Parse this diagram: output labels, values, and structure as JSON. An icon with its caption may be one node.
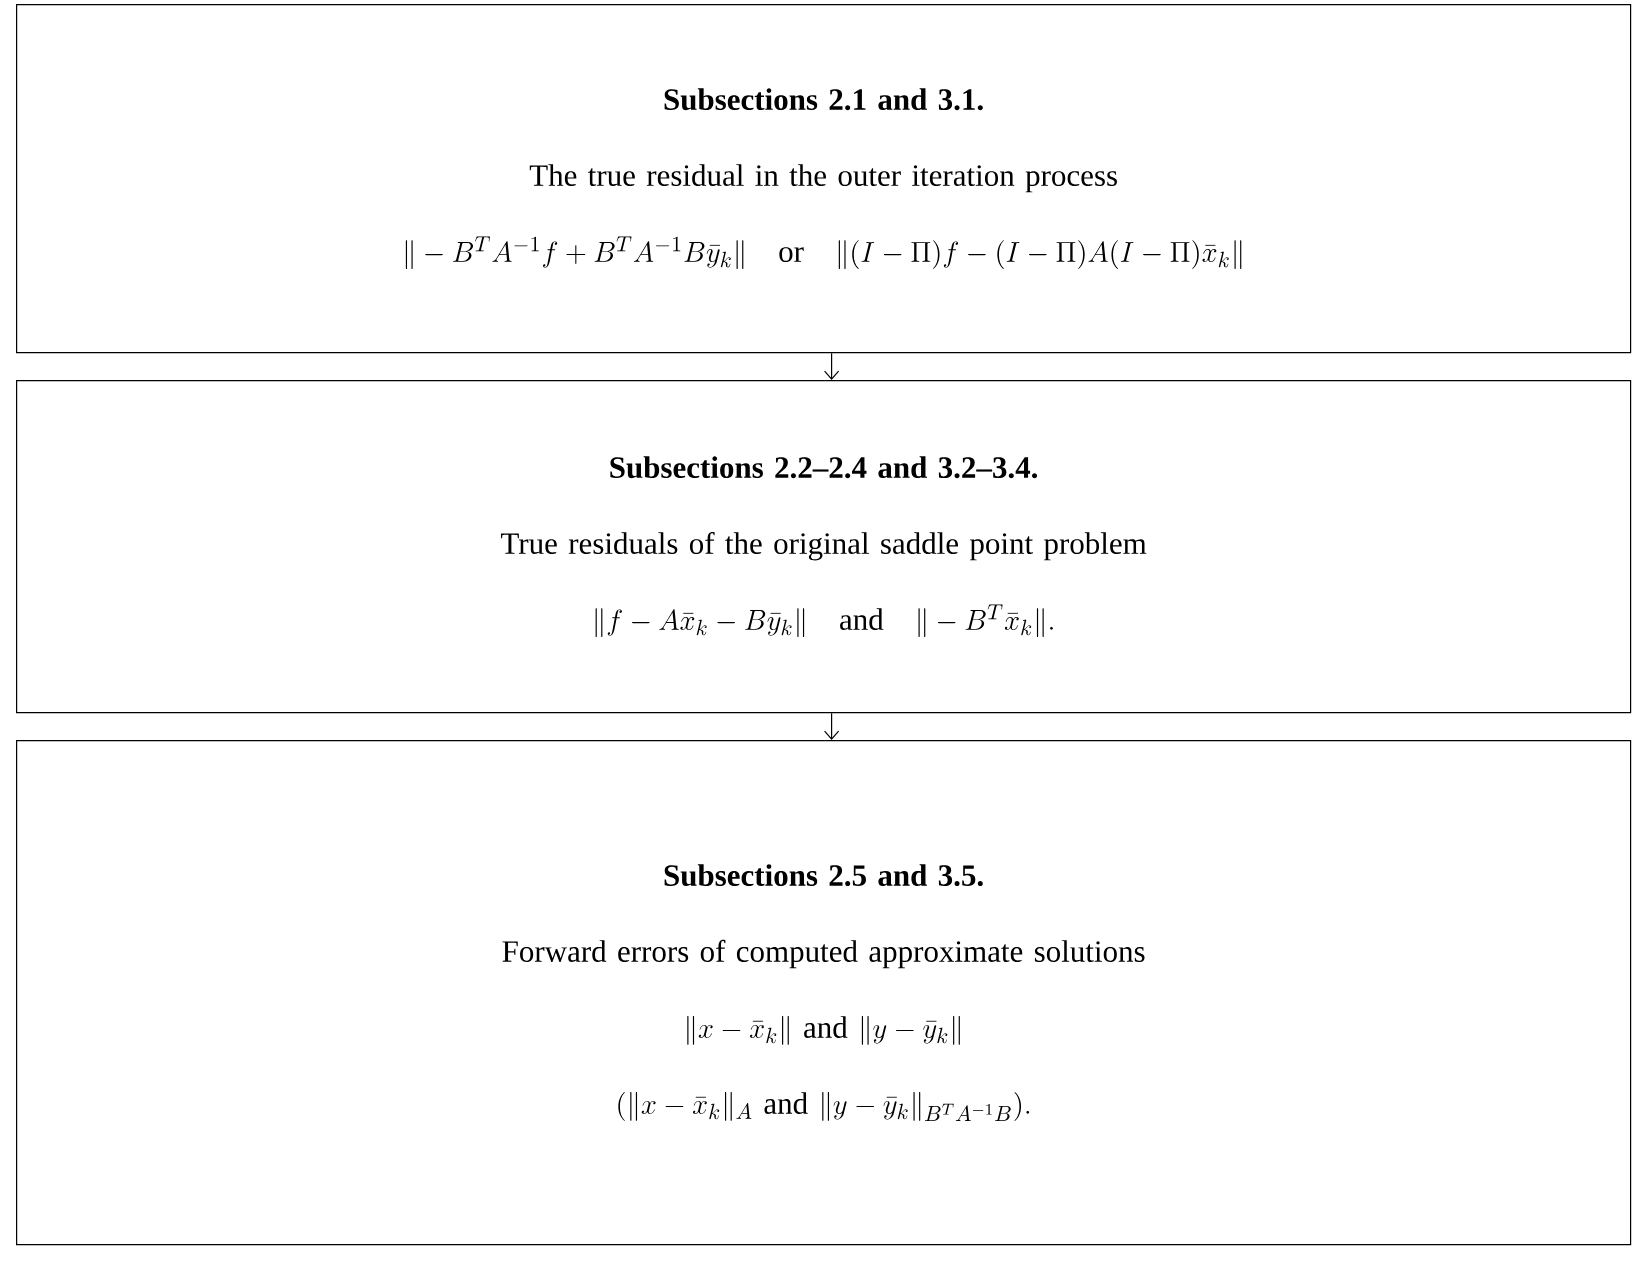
{
  "diagram": {
    "nodes": [
      {
        "text": [
          "Subsections 2.1 and 3.1.",
          "The true residual in the outer iteration process",
          "\\|-B^TA^{-1}f+B^TA^{-1}B\\bar{y}_k\\| \\quad\\text{or}\\quad \\|(I-\\Pi)f-(I-\\Pi)A(I-\\Pi)\\bar{x}_k\\|"
        ]
      },
      {
        "text": [
          "Subsections 2.2–2.4 and 3.2–3.4.",
          "True residuals of the original saddle point problem",
          "\\|f-A\\bar{x}_k-B\\bar{y}_k\\| \\quad\\text{and}\\quad \\|-B^T\\bar{x}_k\\|."
        ]
      },
      {
        "text": [
          "Subsections 2.5 and 3.5.",
          "Forward errors of computed approximate solutions",
          "\\|x-\\bar{x}_k\\| \\text{ and } \\|y-\\bar{y}_k\\|",
          "(\\|x-\\bar{x}_k\\|_A \\text{ and } \\|y-\\bar{y}_k\\|_{B^TA^{-1}B})."
        ]
      }
    ],
    "edges": [
      {
        "from": 0,
        "to": 1,
        "arrow": "to"
      },
      {
        "from": 1,
        "to": 2,
        "arrow": "to"
      }
    ]
  }
}
